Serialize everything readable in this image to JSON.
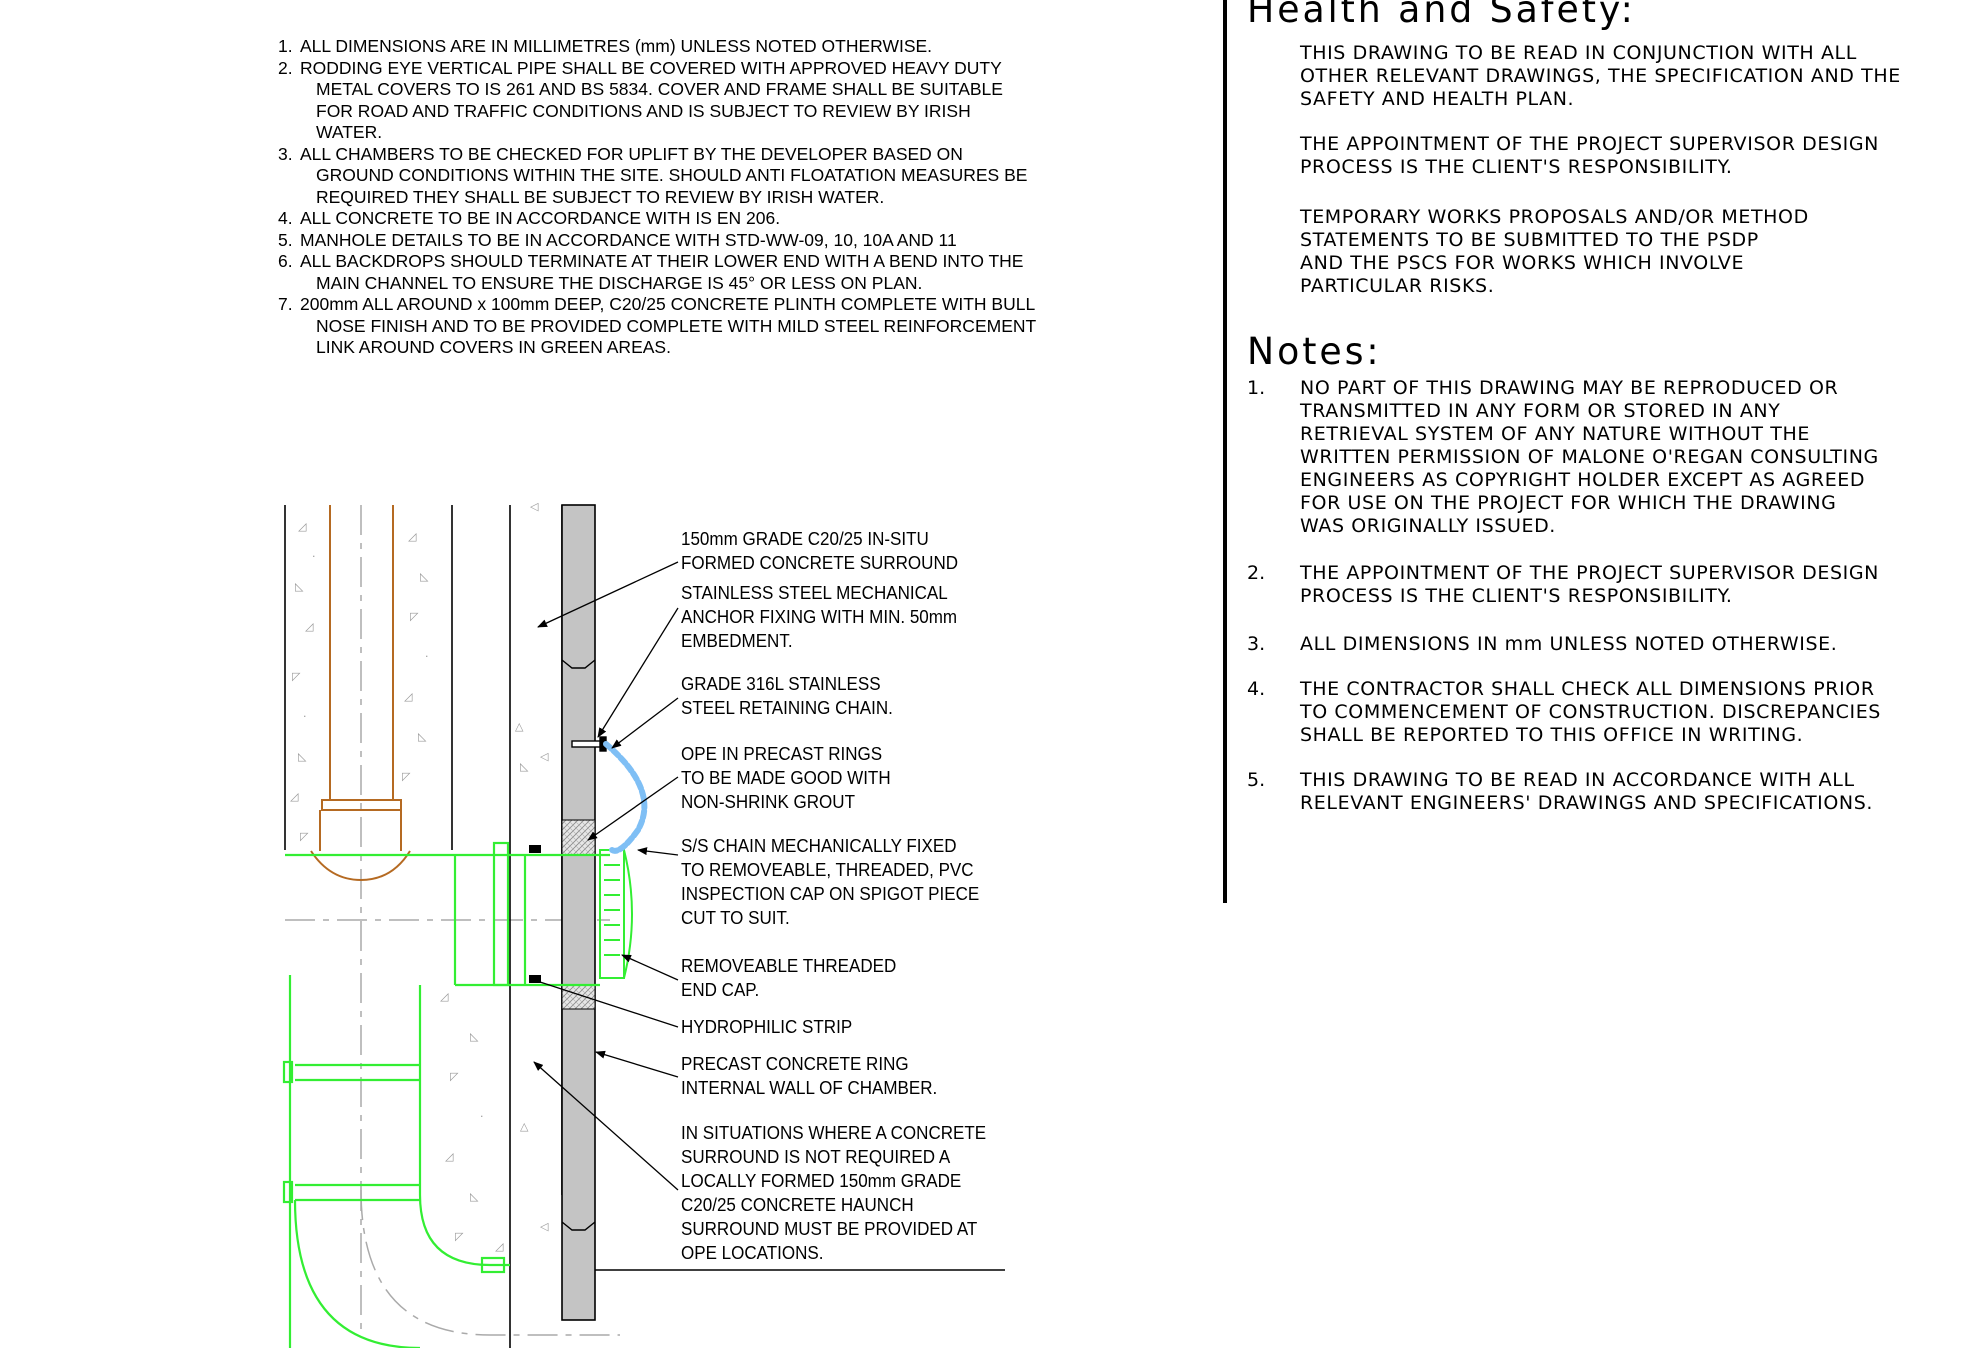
{
  "general_notes": [
    {
      "num": "1.",
      "text": "ALL DIMENSIONS ARE IN MILLIMETRES (mm) UNLESS NOTED OTHERWISE."
    },
    {
      "num": "2.",
      "text": "RODDING EYE VERTICAL PIPE SHALL BE COVERED WITH APPROVED HEAVY DUTY METAL COVERS TO IS 261 AND BS 5834. COVER AND FRAME SHALL BE SUITABLE FOR ROAD AND TRAFFIC CONDITIONS AND IS SUBJECT TO REVIEW BY IRISH WATER."
    },
    {
      "num": "3.",
      "text": "ALL CHAMBERS TO BE CHECKED FOR UPLIFT BY THE DEVELOPER BASED ON GROUND CONDITIONS WITHIN THE SITE. SHOULD ANTI FLOATATION MEASURES BE REQUIRED THEY SHALL BE SUBJECT TO REVIEW BY IRISH WATER."
    },
    {
      "num": "4.",
      "text": "ALL CONCRETE TO BE IN ACCORDANCE WITH IS EN 206."
    },
    {
      "num": "5.",
      "text": "MANHOLE DETAILS TO BE IN ACCORDANCE WITH STD-WW-09, 10, 10A AND 11"
    },
    {
      "num": "6.",
      "text": "ALL BACKDROPS SHOULD TERMINATE AT THEIR LOWER END WITH A BEND INTO THE MAIN CHANNEL TO ENSURE THE DISCHARGE IS 45° OR LESS ON PLAN."
    },
    {
      "num": "7.",
      "text": "200mm ALL AROUND x 100mm DEEP, C20/25 CONCRETE PLINTH COMPLETE WITH BULL NOSE FINISH AND TO BE PROVIDED COMPLETE WITH MILD STEEL REINFORCEMENT LINK AROUND COVERS IN GREEN AREAS."
    }
  ],
  "callouts": [
    "150mm GRADE C20/25 IN-SITU\nFORMED CONCRETE SURROUND",
    "STAINLESS STEEL MECHANICAL\nANCHOR FIXING WITH MIN. 50mm\nEMBEDMENT.",
    "GRADE 316L STAINLESS\nSTEEL RETAINING CHAIN.",
    "OPE IN PRECAST RINGS\nTO BE MADE GOOD WITH\nNON-SHRINK GROUT",
    "S/S CHAIN MECHANICALLY FIXED\nTO REMOVEABLE, THREADED, PVC\nINSPECTION CAP ON SPIGOT PIECE\nCUT TO SUIT.",
    "REMOVEABLE THREADED\nEND CAP.",
    "HYDROPHILIC STRIP",
    "PRECAST CONCRETE RING\nINTERNAL WALL OF CHAMBER.",
    "IN SITUATIONS WHERE A CONCRETE\nSURROUND IS NOT REQUIRED A\nLOCALLY FORMED 150mm GRADE\nC20/25 CONCRETE HAUNCH\nSURROUND MUST BE PROVIDED AT\nOPE LOCATIONS."
  ],
  "health_safety": {
    "title": "Health and Safety:",
    "paragraphs": [
      "THIS DRAWING TO BE READ IN CONJUNCTION WITH ALL\nOTHER RELEVANT DRAWINGS, THE SPECIFICATION AND THE\nSAFETY AND HEALTH PLAN.",
      "THE APPOINTMENT OF THE PROJECT SUPERVISOR DESIGN\nPROCESS IS THE CLIENT'S RESPONSIBILITY.",
      "TEMPORARY WORKS PROPOSALS AND/OR METHOD\nSTATEMENTS TO BE SUBMITTED TO THE PSDP\nAND THE PSCS FOR WORKS WHICH INVOLVE\nPARTICULAR RISKS."
    ]
  },
  "notes": {
    "title": "Notes:",
    "items": [
      {
        "num": "1.",
        "text": "NO PART OF THIS DRAWING MAY BE REPRODUCED OR\nTRANSMITTED IN ANY FORM OR STORED IN ANY\nRETRIEVAL SYSTEM OF ANY NATURE WITHOUT THE\nWRITTEN PERMISSION OF MALONE O'REGAN CONSULTING\nENGINEERS AS COPYRIGHT HOLDER EXCEPT AS AGREED\nFOR USE ON THE PROJECT FOR WHICH THE DRAWING\nWAS ORIGINALLY ISSUED."
      },
      {
        "num": "2.",
        "text": "THE APPOINTMENT OF THE PROJECT SUPERVISOR DESIGN\nPROCESS IS THE CLIENT'S RESPONSIBILITY."
      },
      {
        "num": "3.",
        "text": "ALL DIMENSIONS IN mm UNLESS NOTED OTHERWISE."
      },
      {
        "num": "4.",
        "text": "THE CONTRACTOR SHALL CHECK ALL DIMENSIONS PRIOR\nTO COMMENCEMENT OF CONSTRUCTION. DISCREPANCIES\nSHALL BE REPORTED TO THIS OFFICE IN WRITING."
      },
      {
        "num": "5.",
        "text": "THIS DRAWING TO BE READ IN ACCORDANCE WITH ALL\nRELEVANT ENGINEERS' DRAWINGS AND SPECIFICATIONS."
      }
    ]
  },
  "colors": {
    "green": "#33ee33",
    "brown": "#b56a22",
    "chain_blue": "#7fbff5",
    "wall_grey": "#c4c4c4"
  }
}
